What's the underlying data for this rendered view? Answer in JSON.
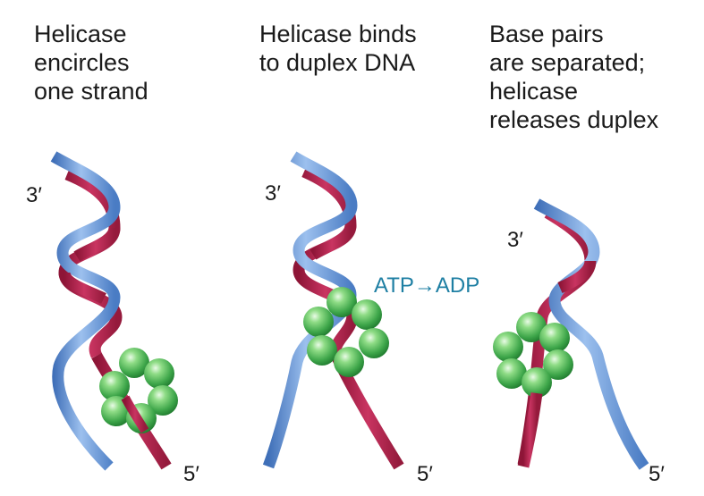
{
  "panels": [
    {
      "caption": [
        "Helicase",
        "encircles",
        "one strand"
      ],
      "top_label": "3′",
      "bottom_label": "5′"
    },
    {
      "caption": [
        "Helicase binds",
        "to duplex DNA"
      ],
      "top_label": "3′",
      "bottom_label": "5′"
    },
    {
      "caption": [
        "Base pairs",
        "are separated;",
        "helicase",
        "releases duplex"
      ],
      "top_label": "3′",
      "bottom_label": "5′"
    }
  ],
  "reaction": {
    "substrate": "ATP",
    "arrow": "→",
    "product": "ADP"
  },
  "colors": {
    "strand_blue": "#5b8fd0",
    "strand_red": "#b8264f",
    "helicase_green": "#3ea64a",
    "reaction_text": "#1e7fa3"
  }
}
